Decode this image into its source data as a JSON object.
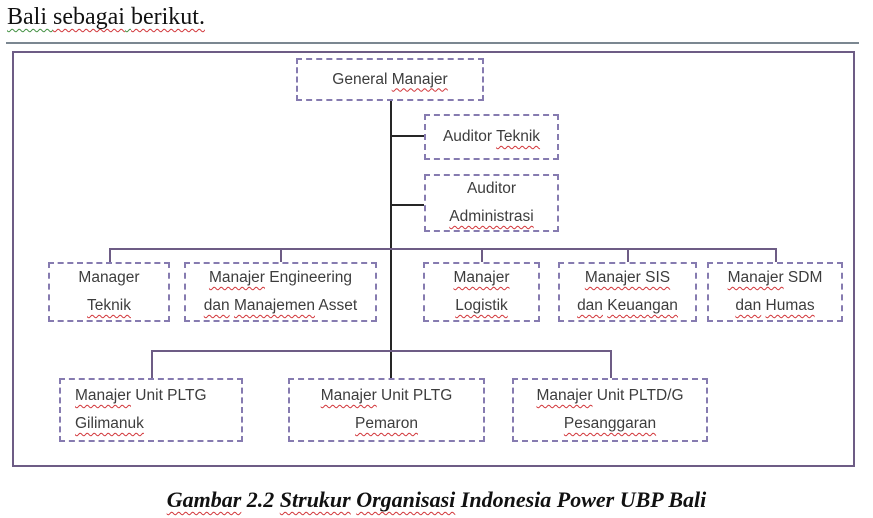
{
  "heading": {
    "segments": [
      {
        "t": "Bali ",
        "sq": "green"
      },
      {
        "t": "sebagai",
        "sq": "red"
      },
      {
        "t": " ",
        "sq": "green"
      },
      {
        "t": "berikut.",
        "sq": "red"
      }
    ]
  },
  "chart": {
    "type": "org-chart",
    "nodes": {
      "general_manajer": {
        "lines": [
          [
            {
              "t": "General ",
              "sq": null
            },
            {
              "t": "Manajer",
              "sq": "red"
            }
          ]
        ]
      },
      "auditor_teknik": {
        "lines": [
          [
            {
              "t": "Auditor ",
              "sq": null
            },
            {
              "t": "Teknik",
              "sq": "red"
            }
          ]
        ]
      },
      "auditor_administrasi": {
        "lines": [
          [
            {
              "t": "Auditor",
              "sq": null
            }
          ],
          [
            {
              "t": "Administrasi",
              "sq": "red"
            }
          ]
        ]
      },
      "manager_teknik": {
        "lines": [
          [
            {
              "t": "Manager",
              "sq": null
            }
          ],
          [
            {
              "t": "Teknik",
              "sq": "red"
            }
          ]
        ]
      },
      "manajer_engineering": {
        "lines": [
          [
            {
              "t": "Manajer",
              "sq": "red"
            },
            {
              "t": " Engineering",
              "sq": null
            }
          ],
          [
            {
              "t": "dan",
              "sq": "red"
            },
            {
              "t": " ",
              "sq": null
            },
            {
              "t": "Manajemen",
              "sq": "red"
            },
            {
              "t": " Asset",
              "sq": null
            }
          ]
        ]
      },
      "manajer_logistik": {
        "lines": [
          [
            {
              "t": "Manajer",
              "sq": "red"
            }
          ],
          [
            {
              "t": "Logistik",
              "sq": "red"
            }
          ]
        ]
      },
      "manajer_sis": {
        "lines": [
          [
            {
              "t": "Manajer SIS",
              "sq": "red"
            }
          ],
          [
            {
              "t": "dan",
              "sq": "red"
            },
            {
              "t": " ",
              "sq": null
            },
            {
              "t": "Keuangan",
              "sq": "red"
            }
          ]
        ]
      },
      "manajer_sdm": {
        "lines": [
          [
            {
              "t": "Manajer",
              "sq": "red"
            },
            {
              "t": " SDM",
              "sq": null
            }
          ],
          [
            {
              "t": "dan",
              "sq": "red"
            },
            {
              "t": " ",
              "sq": null
            },
            {
              "t": "Humas",
              "sq": "red"
            }
          ]
        ]
      },
      "unit_gilimanuk": {
        "lines": [
          [
            {
              "t": "Manajer",
              "sq": "red"
            },
            {
              "t": " Unit PLTG",
              "sq": null
            }
          ],
          [
            {
              "t": "Gilimanuk",
              "sq": "red"
            }
          ]
        ]
      },
      "unit_pemaron": {
        "lines": [
          [
            {
              "t": "Manajer",
              "sq": "red"
            },
            {
              "t": " Unit PLTG",
              "sq": null
            }
          ],
          [
            {
              "t": "Pemaron",
              "sq": "red"
            }
          ]
        ]
      },
      "unit_pesanggaran": {
        "lines": [
          [
            {
              "t": "Manajer",
              "sq": "red"
            },
            {
              "t": " Unit PLTD/G",
              "sq": null
            }
          ],
          [
            {
              "t": "Pesanggaran",
              "sq": "red"
            }
          ]
        ]
      }
    },
    "colors": {
      "node_border": "#867bb0",
      "frame_border": "#6d5c85",
      "connector_purple": "#6d5c85",
      "connector_black": "#262626",
      "squiggle_red": "#d13438",
      "squiggle_green": "#3f8f3f",
      "text": "#3d3d3d"
    }
  },
  "caption": {
    "segments": [
      {
        "t": "Gambar",
        "sq": "red"
      },
      {
        "t": " 2.2 ",
        "sq": null
      },
      {
        "t": "Strukur",
        "sq": "red"
      },
      {
        "t": " ",
        "sq": null
      },
      {
        "t": "Organisasi",
        "sq": "red"
      },
      {
        "t": " Indonesia Power UBP Bali",
        "sq": null
      }
    ]
  }
}
